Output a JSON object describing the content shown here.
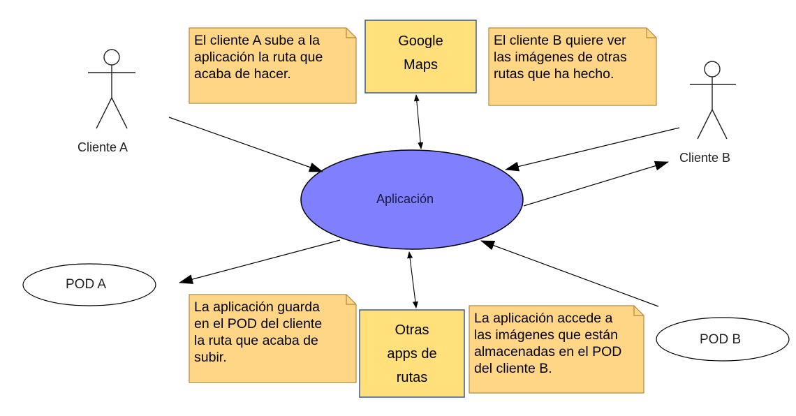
{
  "actors": {
    "cliente_a": "Cliente A",
    "cliente_b": "Cliente B"
  },
  "aplicacion": "Aplicación",
  "pods": {
    "pod_a": "POD A",
    "pod_b": "POD B"
  },
  "systems": {
    "google_maps": "Google\nMaps",
    "otras_apps": "Otras\napps de\nrutas"
  },
  "notes": {
    "cliente_a_sube": "El cliente A sube a la\naplicación la ruta que\nacaba de hacer.",
    "cliente_b_quiere": "El cliente B quiere ver\nlas imágenes de otras\nrutas que ha hecho.",
    "aplicacion_guarda": "La aplicación guarda\nen el POD del cliente\nla ruta que acaba de\nsubir.",
    "aplicacion_accede": "La aplicación accede a\nlas imágenes que están\nalmacenadas en el POD\ndel cliente B."
  },
  "colors": {
    "note_fill": "#ffd685",
    "note_stroke": "#b08a40",
    "box_fill": "#ffe07a",
    "box_stroke": "#3c5a8a",
    "app_fill": "#8080ff",
    "line": "#000000"
  }
}
